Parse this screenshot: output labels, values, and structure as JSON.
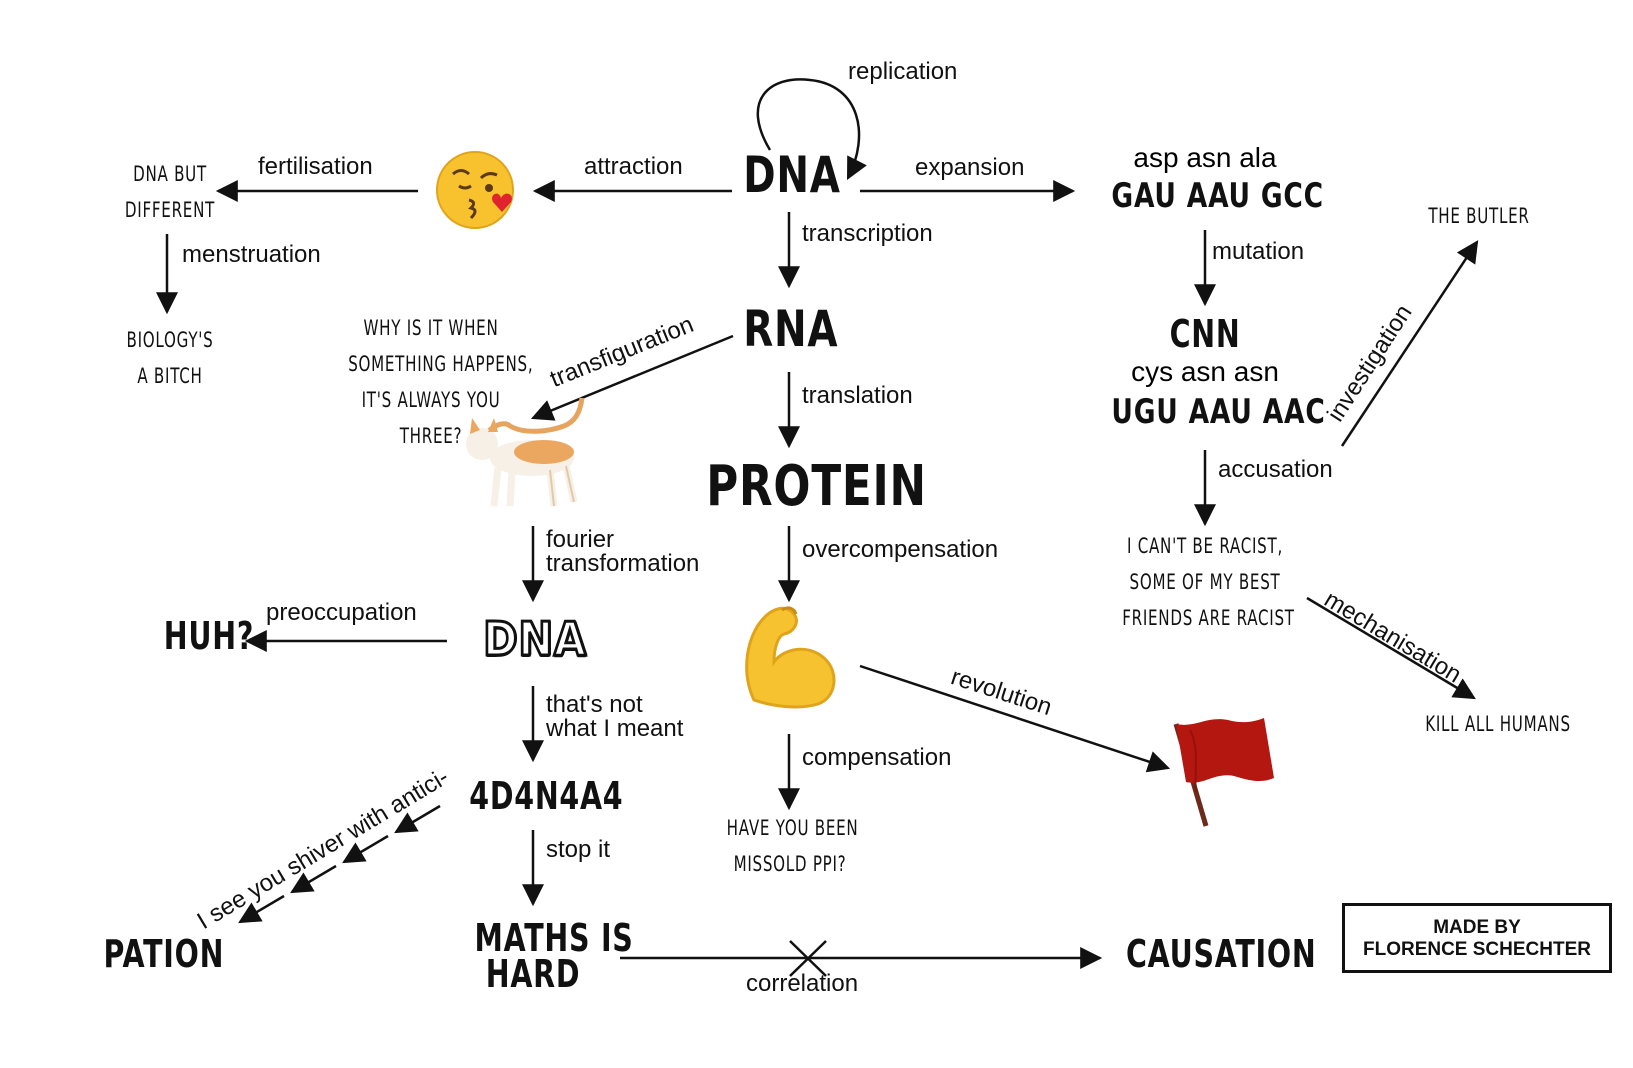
{
  "nodes": {
    "dna": "DNA",
    "rna": "RNA",
    "protein": "PROTEIN",
    "dna_but_different": [
      "DNA BUT",
      "DIFFERENT"
    ],
    "biology": [
      "BIOLOGY'S",
      "A BITCH"
    ],
    "why_line": [
      "WHY IS IT WHEN",
      "SOMETHING HAPPENS,",
      "IT'S ALWAYS YOU",
      "THREE?"
    ],
    "amino_top": "asp asn ala",
    "codon_top": "GAU AAU GCC",
    "cnn": "CNN",
    "amino_bottom": "cys asn asn",
    "codon_bottom": "UGU AAU AAC",
    "butler": "THE BUTLER",
    "racist": [
      "I CAN'T BE RACIST,",
      "SOME OF MY BEST",
      "FRIENDS ARE RACIST"
    ],
    "kill": "KILL ALL HUMANS",
    "huh": "HUH?",
    "dna_fuzzy": "DNA",
    "leet": "4D4N4A4",
    "maths": [
      "MATHS IS",
      "HARD"
    ],
    "pation": "PATION",
    "causation": "CAUSATION",
    "missold": [
      "HAVE YOU BEEN",
      "MISSOLD PPI?"
    ]
  },
  "edges": {
    "replication": "replication",
    "attraction": "attraction",
    "fertilisation": "fertilisation",
    "menstruation": "menstruation",
    "expansion": "expansion",
    "transcription": "transcription",
    "mutation": "mutation",
    "transfiguration": "transfiguration",
    "translation": "translation",
    "investigation": "investigation",
    "accusation": "accusation",
    "fourier": [
      "fourier",
      "transformation"
    ],
    "overcompensation": "overcompensation",
    "preoccupation": "preoccupation",
    "mechanisation": "mechanisation",
    "revolution": "revolution",
    "thats_not": [
      "that's not",
      "what I meant"
    ],
    "compensation": "compensation",
    "anticipation": "I see you shiver with antici-",
    "stop_it": "stop it",
    "correlation": "correlation"
  },
  "credit": [
    "MADE BY",
    "FLORENCE SCHECHTER"
  ],
  "icons": {
    "kiss": "kissing-face-icon",
    "cat": "cat-icon",
    "muscle": "flexed-biceps-icon",
    "flag": "red-flag-icon"
  },
  "colors": {
    "ink": "#111111",
    "flag": "#b3170f"
  }
}
